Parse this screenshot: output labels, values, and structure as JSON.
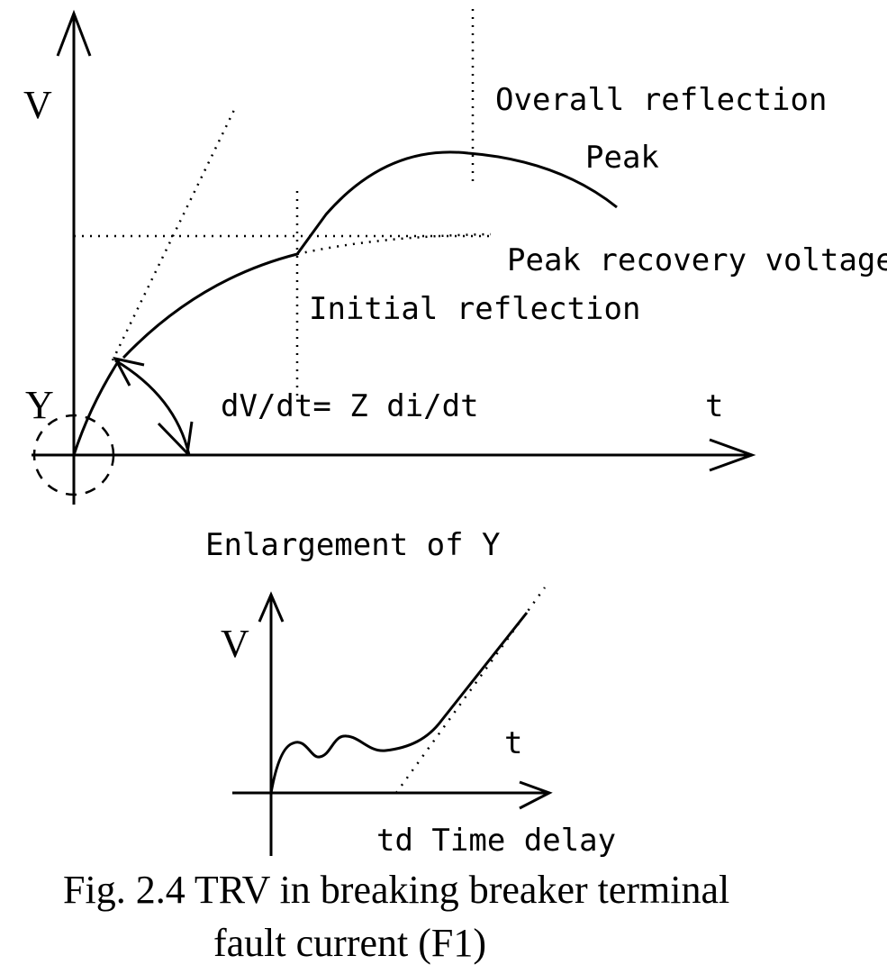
{
  "main_plot": {
    "y_axis_label": "V",
    "x_axis_label": "t",
    "origin_label": "Y",
    "annotations": {
      "overall_reflection": "Overall reflection",
      "peak": "Peak",
      "peak_recovery_voltage": "Peak recovery voltage",
      "initial_reflection": "Initial reflection",
      "slope_formula": "dV/dt= Z di/dt"
    }
  },
  "enlargement": {
    "title": "Enlargement of Y",
    "y_axis_label": "V",
    "x_axis_label": "t",
    "time_delay_label": "td Time delay"
  },
  "caption": {
    "line1": "Fig. 2.4 TRV in breaking breaker terminal",
    "line2": "fault current (F1)"
  }
}
